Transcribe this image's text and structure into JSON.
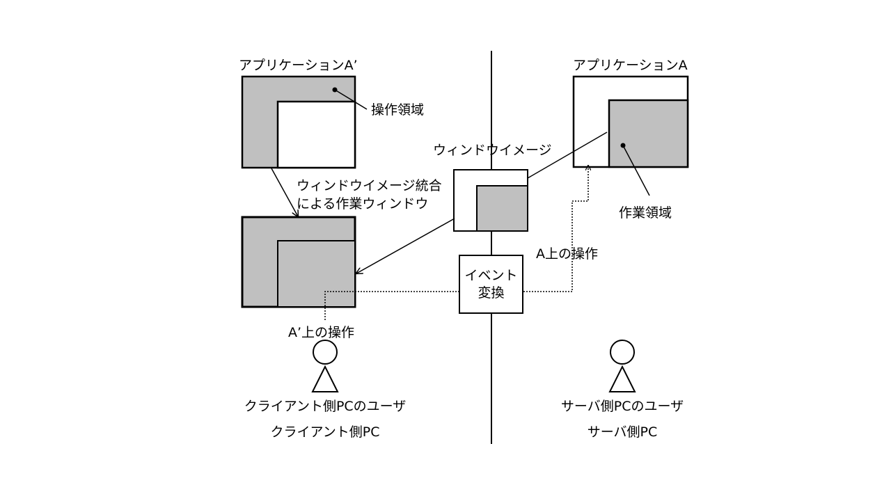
{
  "labels": {
    "app_a_prime": "アプリケーションA’",
    "app_a": "アプリケーションA",
    "op_region": "操作領域",
    "window_image": "ウィンドウイメージ",
    "work_window_line1": "ウィンドウイメージ統合",
    "work_window_line2": "による作業ウィンドウ",
    "work_region": "作業領域",
    "op_on_a": "A上の操作",
    "op_on_a_prime": "A’上の操作",
    "client_user": "クライアント側PCのユーザ",
    "client_pc": "クライアント側PC",
    "server_user": "サーバ側PCのユーザ",
    "server_pc": "サーバ側PC",
    "event_line1": "イベント",
    "event_line2": "変換"
  },
  "colors": {
    "gray_fill": "#c0c0c0",
    "line": "#000000"
  }
}
